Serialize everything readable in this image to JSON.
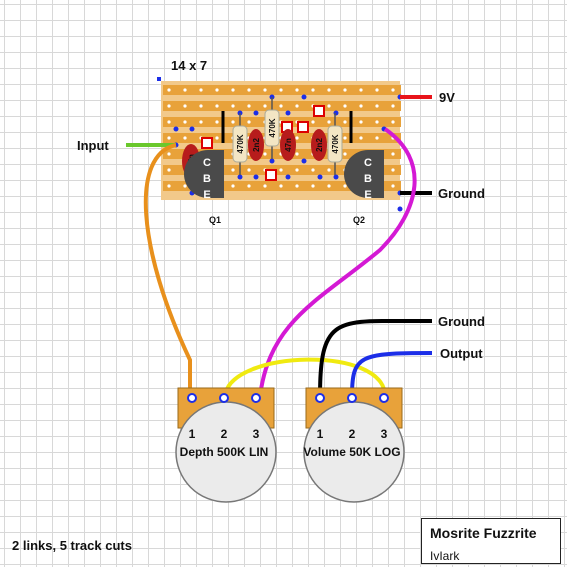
{
  "board": {
    "size_label": "14 x 7"
  },
  "labels": {
    "supply": "9V",
    "input": "Input",
    "ground_top": "Ground",
    "ground_bottom": "Ground",
    "output": "Output"
  },
  "transistors": [
    {
      "ref": "Q1",
      "pins": [
        "C",
        "B",
        "E"
      ]
    },
    {
      "ref": "Q2",
      "pins": [
        "C",
        "B",
        "E"
      ]
    }
  ],
  "components": [
    {
      "value": "47n",
      "kind": "capacitor"
    },
    {
      "value": "470K",
      "kind": "resistor"
    },
    {
      "value": "2n2",
      "kind": "capacitor"
    },
    {
      "value": "470K",
      "kind": "resistor"
    },
    {
      "value": "47n",
      "kind": "capacitor"
    },
    {
      "value": "2n2",
      "kind": "capacitor"
    },
    {
      "value": "470K",
      "kind": "resistor"
    }
  ],
  "pots": [
    {
      "label": "Depth 500K LIN",
      "lugs": [
        "1",
        "2",
        "3"
      ]
    },
    {
      "label": "Volume 50K LOG",
      "lugs": [
        "1",
        "2",
        "3"
      ]
    }
  ],
  "notes": "2 links, 5 track cuts",
  "title": {
    "project": "Mosrite Fuzzrite",
    "author": "IvIark"
  },
  "colors": {
    "board": "#f2c98a",
    "track": "#e8a23a",
    "wire_red": "#e8141a",
    "wire_green": "#6ac82c",
    "wire_black": "#000000",
    "wire_orange": "#e8901c",
    "wire_magenta": "#d419d4",
    "wire_yellow": "#f0ea10",
    "wire_blue": "#1c2ee8",
    "cap": "#b71c1c",
    "transistor": "#4a4a4a",
    "resistor": "#f3e6c4",
    "pot_body": "#ebebeb",
    "pot_tab": "#e8a23a"
  }
}
